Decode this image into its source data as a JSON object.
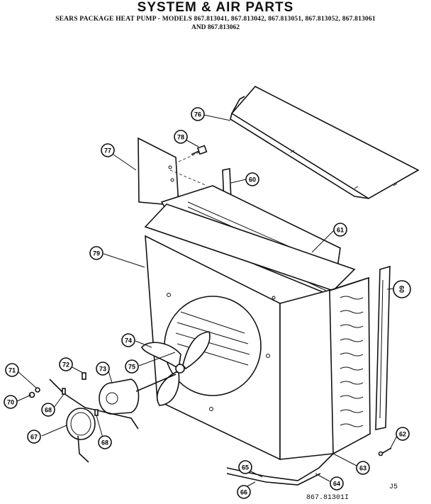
{
  "header": {
    "title": "SYSTEM & AIR PARTS",
    "subtitle_line1": "SEARS PACKAGE HEAT PUMP - MODELS 867.813041, 867.813042, 867.813051, 867.813052, 867.813061",
    "subtitle_line2": "AND 867.813062"
  },
  "callouts": {
    "c76": "76",
    "c78": "78",
    "c77": "77",
    "c60a": "60",
    "c61": "61",
    "c79": "79",
    "c60b": "60",
    "c74": "74",
    "c75": "75",
    "c72": "72",
    "c73": "73",
    "c71": "71",
    "c70": "70",
    "c68a": "68",
    "c67": "67",
    "c68b": "68",
    "c65": "65",
    "c66": "66",
    "c64": "64",
    "c63": "63",
    "c62": "62"
  },
  "footer": {
    "code": "J5",
    "drawing_number": "867.81301I"
  }
}
